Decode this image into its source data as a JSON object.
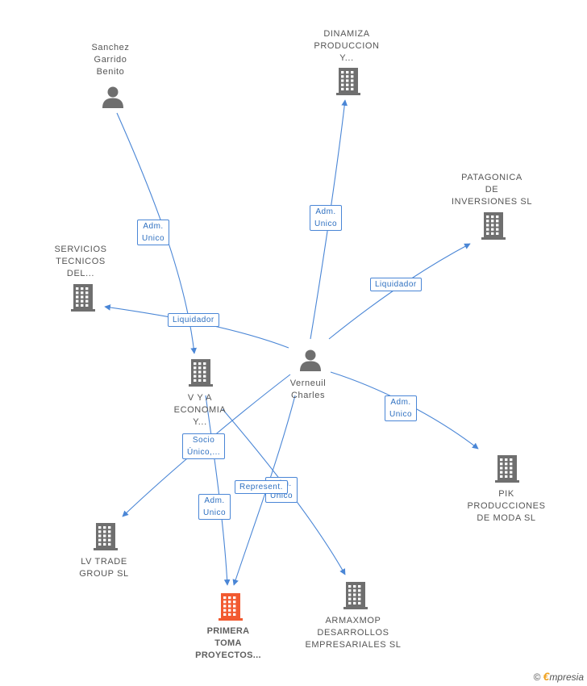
{
  "colors": {
    "edge": "#4a86d6",
    "edge_label_text": "#2d6fc0",
    "node_icon": "#6f6f6f",
    "focus_icon": "#f25a30"
  },
  "nodes": [
    {
      "id": "sanchez",
      "type": "person",
      "lines": [
        "Sanchez",
        "Garrido",
        "Benito"
      ]
    },
    {
      "id": "dinamiza",
      "type": "company",
      "lines": [
        "DINAMIZA",
        "PRODUCCION",
        "Y..."
      ]
    },
    {
      "id": "patagonica",
      "type": "company",
      "lines": [
        "PATAGONICA",
        "DE",
        "INVERSIONES SL"
      ]
    },
    {
      "id": "servicios",
      "type": "company",
      "lines": [
        "SERVICIOS",
        "TECNICOS",
        "DEL..."
      ]
    },
    {
      "id": "verneuil",
      "type": "person",
      "lines": [
        "Verneuil",
        "Charles"
      ]
    },
    {
      "id": "vya",
      "type": "company",
      "lines": [
        "V Y A",
        "ECONOMIA",
        "Y..."
      ]
    },
    {
      "id": "pik",
      "type": "company",
      "lines": [
        "PIK",
        "PRODUCCIONES",
        "DE MODA SL"
      ]
    },
    {
      "id": "lvtrade",
      "type": "company",
      "lines": [
        "LV TRADE",
        "GROUP SL"
      ]
    },
    {
      "id": "armaxmop",
      "type": "company",
      "lines": [
        "ARMAXMOP",
        "DESARROLLOS",
        "EMPRESARIALES SL"
      ]
    },
    {
      "id": "primera",
      "type": "company",
      "focus": true,
      "lines": [
        "PRIMERA",
        "TOMA",
        "PROYECTOS..."
      ]
    }
  ],
  "edges": [
    {
      "id": "e1",
      "from": "sanchez",
      "to": "vya",
      "label": [
        "Adm.",
        "Unico"
      ]
    },
    {
      "id": "e2",
      "from": "verneuil",
      "to": "dinamiza",
      "label": [
        "Adm.",
        "Unico"
      ]
    },
    {
      "id": "e3",
      "from": "verneuil",
      "to": "patagonica",
      "label": [
        "Liquidador"
      ]
    },
    {
      "id": "e4",
      "from": "verneuil",
      "to": "servicios",
      "label": [
        "Liquidador"
      ]
    },
    {
      "id": "e5",
      "from": "verneuil",
      "to": "pik",
      "label": [
        "Adm.",
        "Unico"
      ]
    },
    {
      "id": "e6",
      "from": "verneuil",
      "to": "lvtrade",
      "label": [
        "Socio",
        "Único,..."
      ]
    },
    {
      "id": "e7",
      "from": "verneuil",
      "to": "primera",
      "label": [
        "Adm.",
        "Unico"
      ]
    },
    {
      "id": "e8",
      "from": "vya",
      "to": "primera",
      "label": [
        "Adm.",
        "Unico"
      ]
    },
    {
      "id": "e9",
      "from": "vya",
      "to": "armaxmop",
      "label": [
        "Represent."
      ]
    }
  ],
  "footer": {
    "copyright": "©",
    "brand_initial": "€",
    "brand_rest": "mpresia"
  }
}
